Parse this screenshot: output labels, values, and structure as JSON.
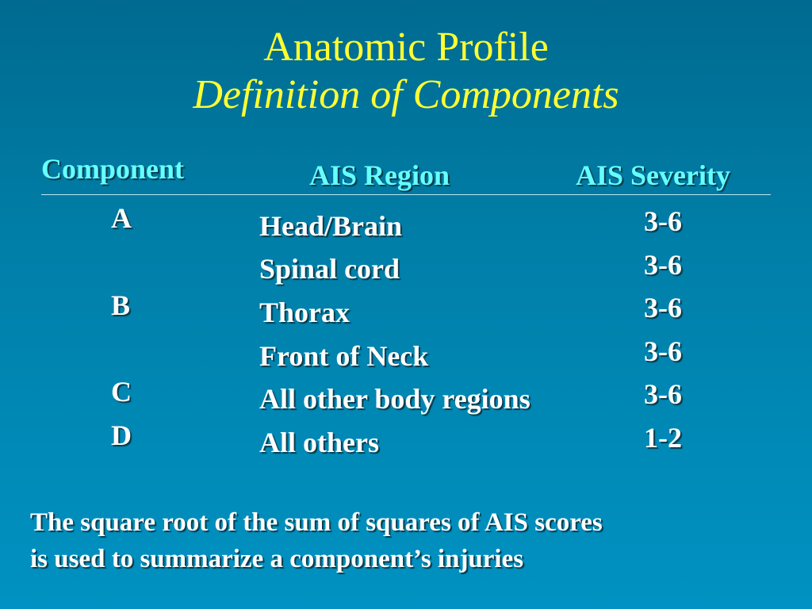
{
  "title": {
    "main": "Anatomic Profile",
    "sub": "Definition of Components"
  },
  "table": {
    "headers": {
      "component": "Component",
      "region": "AIS Region",
      "severity": "AIS Severity"
    },
    "components": [
      "A",
      "B",
      "C",
      "D"
    ],
    "regions": [
      "Head/Brain",
      "Spinal cord",
      "Thorax",
      "Front of Neck",
      "All other body regions",
      "All others"
    ],
    "severities": [
      "3-6",
      "3-6",
      "3-6",
      "3-6",
      "3-6",
      "1-2"
    ]
  },
  "footer": {
    "line1": "The square root of the sum of squares of AIS scores",
    "line2": "is used to summarize a component’s injuries"
  },
  "colors": {
    "title": "#ffff33",
    "header": "#66ffff",
    "body_text": "#ffffff",
    "background_top": "#006a90",
    "background_bottom": "#0092c2"
  }
}
